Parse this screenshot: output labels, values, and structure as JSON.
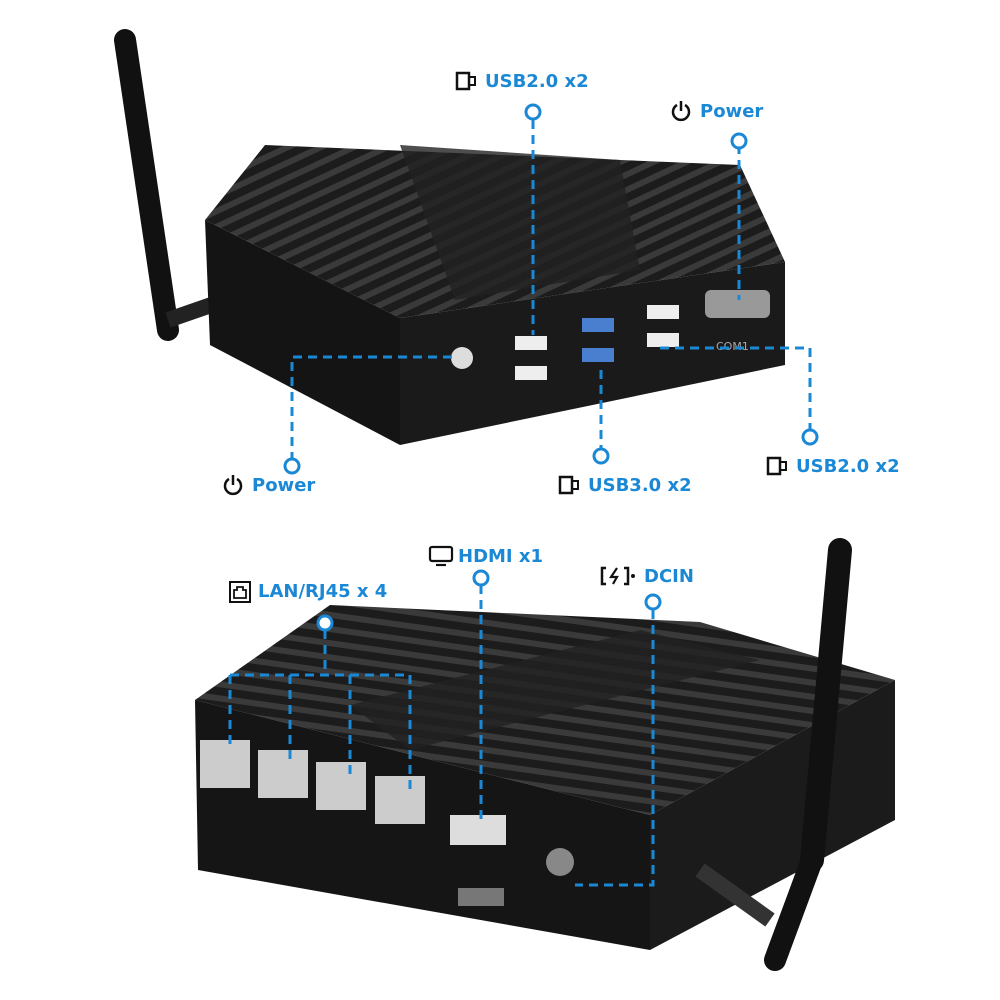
{
  "accent_color": "#1b88d6",
  "top_device": {
    "callouts": [
      {
        "id": "usb2-top",
        "label": "USB2.0 x2",
        "icon": "usb-plug-icon"
      },
      {
        "id": "power-top",
        "label": "Power",
        "icon": "power-icon"
      },
      {
        "id": "power-left",
        "label": "Power",
        "icon": "power-icon"
      },
      {
        "id": "usb3",
        "label": "USB3.0 x2",
        "icon": "usb-plug-icon"
      },
      {
        "id": "usb2-right",
        "label": "USB2.0 x2",
        "icon": "usb-plug-icon"
      }
    ],
    "port_marking": "COM1"
  },
  "bottom_device": {
    "callouts": [
      {
        "id": "lan",
        "label": "LAN/RJ45 x 4",
        "icon": "ethernet-port-icon"
      },
      {
        "id": "hdmi",
        "label": "HDMI x1",
        "icon": "monitor-icon"
      },
      {
        "id": "dcin",
        "label": "DCIN",
        "icon": "dc-power-icon"
      }
    ]
  }
}
